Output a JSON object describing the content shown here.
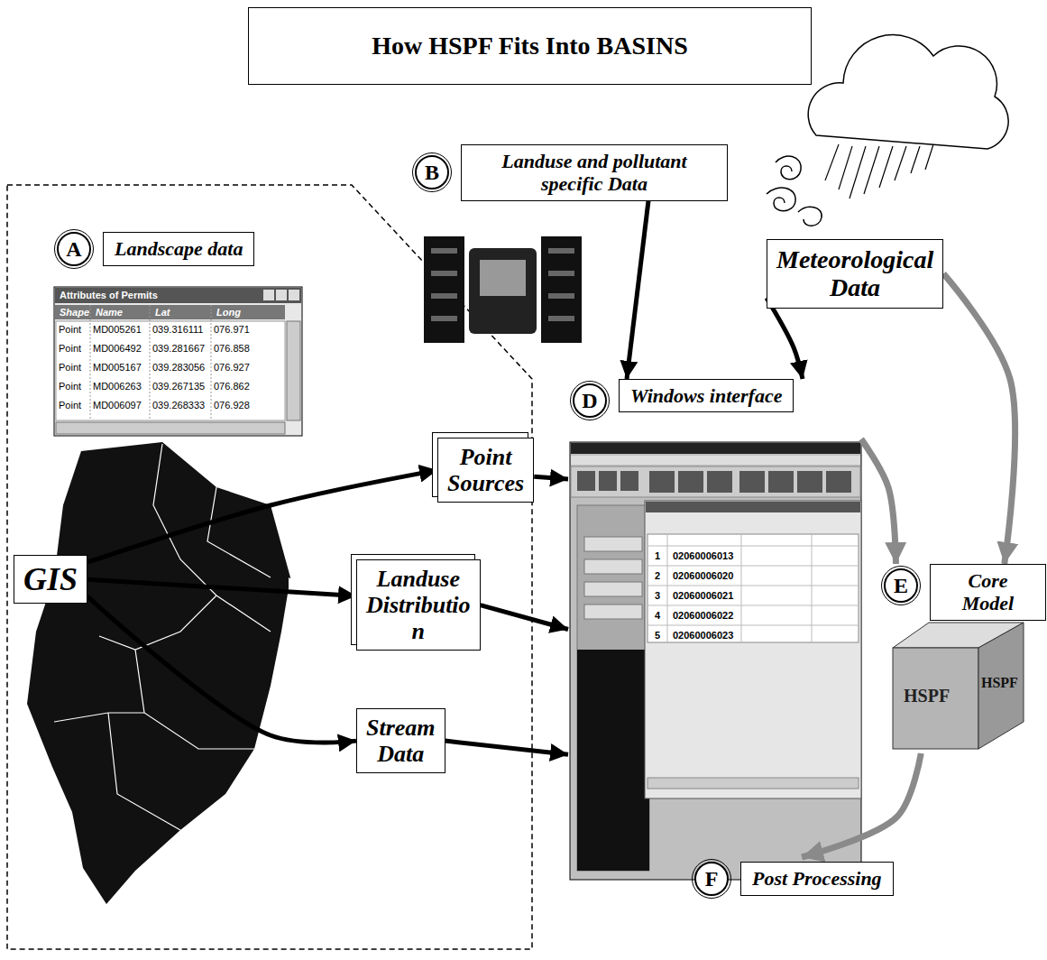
{
  "diagram": {
    "title": "How HSPF Fits Into BASINS",
    "nodes": [
      {
        "text": [
          "A",
          "Landscape data"
        ]
      },
      {
        "text": [
          "B",
          "Landuse and pollutant specific Data"
        ]
      },
      {
        "text": [
          "Meteorological Data"
        ]
      },
      {
        "text": [
          "GIS"
        ]
      },
      {
        "text": [
          "Point Sources"
        ]
      },
      {
        "text": [
          "Landuse Distributio n"
        ]
      },
      {
        "text": [
          "Stream Data"
        ]
      },
      {
        "text": [
          "D",
          "Windows interface"
        ]
      },
      {
        "text": [
          "E",
          "Core Model"
        ]
      },
      {
        "text": [
          "F",
          "Post Processing"
        ]
      }
    ],
    "edges": [
      {
        "from": 3,
        "to": 4,
        "arrow": "to"
      },
      {
        "from": 3,
        "to": 5,
        "arrow": "to"
      },
      {
        "from": 3,
        "to": 6,
        "arrow": "to"
      },
      {
        "from": 4,
        "to": 7,
        "arrow": "to"
      },
      {
        "from": 5,
        "to": 7,
        "arrow": "to"
      },
      {
        "from": 6,
        "to": 7,
        "arrow": "to"
      },
      {
        "from": 1,
        "to": 7,
        "arrow": "to"
      },
      {
        "from": 2,
        "to": 7,
        "arrow": "to"
      },
      {
        "from": 2,
        "to": 8,
        "arrow": "to"
      },
      {
        "from": 7,
        "to": 8,
        "arrow": "to"
      },
      {
        "from": 8,
        "to": 9,
        "arrow": "to"
      }
    ],
    "labels": [
      "Attributes of Permits",
      "Shape",
      "Name",
      "Lat",
      "Long",
      "Point",
      "MD005261",
      "039.316111",
      "076.971",
      "Point",
      "MD006492",
      "039.281667",
      "076.858",
      "Point",
      "MD005167",
      "039.283056",
      "076.927",
      "Point",
      "MD006263",
      "039.267135",
      "076.862",
      "Point",
      "MD006097",
      "039.268333",
      "076.928",
      "1",
      "2",
      "3",
      "4",
      "5",
      "02060006013",
      "02060006020",
      "02060006021",
      "02060006022",
      "02060006023",
      "HSPF",
      "HSPF"
    ]
  }
}
